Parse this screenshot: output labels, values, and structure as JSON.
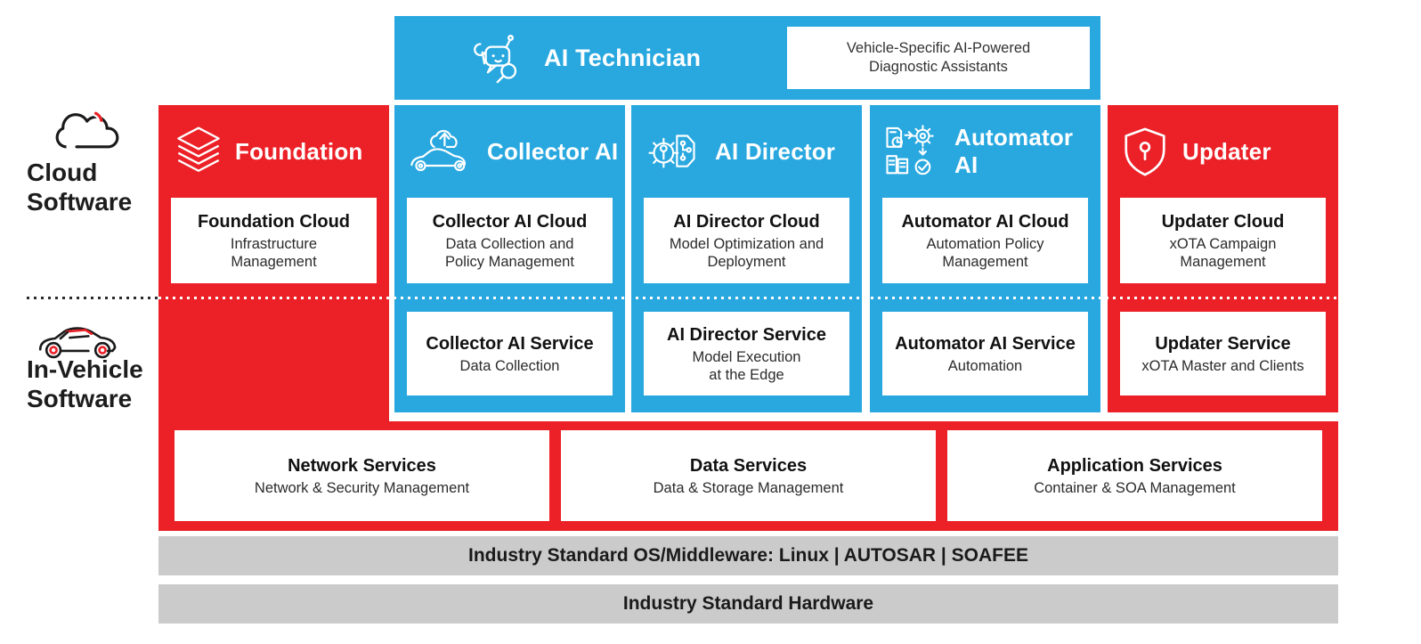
{
  "colors": {
    "blue": "#29A8E0",
    "red": "#EC2027",
    "gray": "#CBCBCB"
  },
  "banner": {
    "title": "AI Technician",
    "icon": "robot-technician-icon",
    "callout": "Vehicle-Specific AI-Powered\nDiagnostic Assistants"
  },
  "side": {
    "cloud_icon": "cloud-icon",
    "cloud_label": "Cloud\nSoftware",
    "vehicle_icon": "car-icon",
    "vehicle_label": "In-Vehicle\nSoftware"
  },
  "columns": [
    {
      "title": "Foundation",
      "icon": "layers-icon",
      "cloud_box": {
        "title": "Foundation Cloud",
        "subtitle": "Infrastructure\nManagement"
      }
    },
    {
      "title": "Collector AI",
      "icon": "car-cloud-upload-icon",
      "cloud_box": {
        "title": "Collector AI Cloud",
        "subtitle": "Data Collection and\nPolicy Management"
      },
      "service_box": {
        "title": "Collector AI Service",
        "subtitle": "Data Collection"
      }
    },
    {
      "title": "AI Director",
      "icon": "gear-circuit-icon",
      "cloud_box": {
        "title": "AI Director Cloud",
        "subtitle": "Model Optimization and\nDeployment"
      },
      "service_box": {
        "title": "AI Director Service",
        "subtitle": "Model Execution\nat the Edge"
      }
    },
    {
      "title": "Automator AI",
      "icon": "workflow-automation-icon",
      "cloud_box": {
        "title": "Automator AI Cloud",
        "subtitle": "Automation Policy\nManagement"
      },
      "service_box": {
        "title": "Automator AI Service",
        "subtitle": "Automation"
      }
    },
    {
      "title": "Updater",
      "icon": "shield-keyhole-icon",
      "cloud_box": {
        "title": "Updater Cloud",
        "subtitle": "xOTA Campaign\nManagement"
      },
      "service_box": {
        "title": "Updater Service",
        "subtitle": "xOTA Master and Clients"
      }
    }
  ],
  "platform_services": [
    {
      "title": "Network Services",
      "subtitle": "Network & Security Management"
    },
    {
      "title": "Data Services",
      "subtitle": "Data & Storage Management"
    },
    {
      "title": "Application Services",
      "subtitle": "Container & SOA Management"
    }
  ],
  "base_layers": [
    {
      "label": "Industry Standard OS/Middleware: Linux | AUTOSAR | SOAFEE"
    },
    {
      "label": "Industry Standard Hardware"
    }
  ]
}
